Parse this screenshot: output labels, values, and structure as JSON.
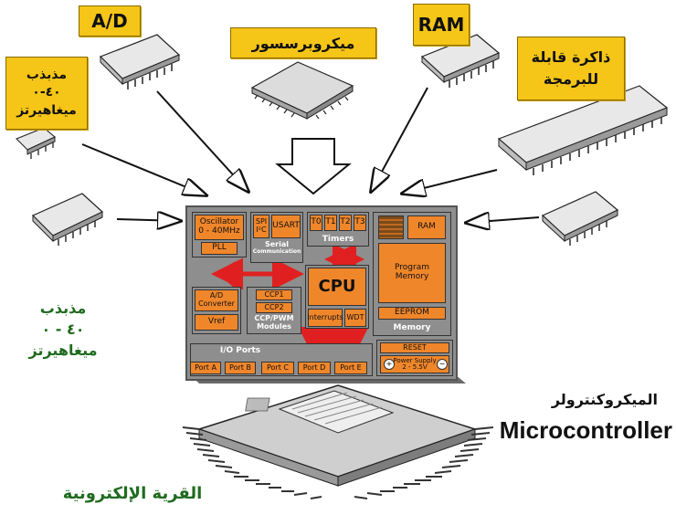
{
  "labels": {
    "ad": "A/D",
    "ram": "RAM",
    "microprocessor": "ميكروبرسسور",
    "oscillator_line1": "مذبذب",
    "oscillator_line2": "٤٠-٠",
    "oscillator_line3": "ميغاهيرتز",
    "programmable_memory_line1": "ذاكرة قابلة",
    "programmable_memory_line2": "للبرمجة",
    "left_oscillator_line1": "مذبذب",
    "left_oscillator_line2": "٤٠ - ٠",
    "left_oscillator_line3": "ميغاهيرتز",
    "microcontroller_ar": "الميكروكنترولر",
    "microcontroller_en": "Microcontroller",
    "footer": "القرية الإلكترونية"
  },
  "blocks": {
    "oscillator_line1": "Oscillator",
    "oscillator_line2": "0 - 40MHz",
    "pll": "PLL",
    "spi": "SPI",
    "i2c": "I²C",
    "usart": "USART",
    "serial_line1": "Serial",
    "serial_line2": "Communication",
    "timers": [
      "T0",
      "T1",
      "T2",
      "T3"
    ],
    "timers_caption": "Timers",
    "ram": "RAM",
    "program_memory_line1": "Program",
    "program_memory_line2": "Memory",
    "eeprom": "EEPROM",
    "memory_caption": "Memory",
    "cpu": "CPU",
    "interrupts": "Interrupts",
    "wdt": "WDT",
    "ad_line1": "A/D",
    "ad_line2": "Converter",
    "vref": "Vref",
    "ccp1": "CCP1",
    "ccp2": "CCP2",
    "ccp_caption_line1": "CCP/PWM",
    "ccp_caption_line2": "Modules",
    "io_caption": "I/O Ports",
    "ports": [
      "Port A",
      "Port B",
      "Port C",
      "Port D",
      "Port E"
    ],
    "reset": "RESET",
    "power_line1": "Power Supply",
    "power_line2": "2 - 5.5V",
    "power_plus": "+",
    "power_minus": "−"
  },
  "colors": {
    "label_bg": "#f5c518",
    "block_orange": "#f0862a",
    "board_gray": "#8e8e8e",
    "board_dark": "#5f5f5f",
    "arrow_red": "#e02020",
    "text_green": "#1f6b1f"
  }
}
